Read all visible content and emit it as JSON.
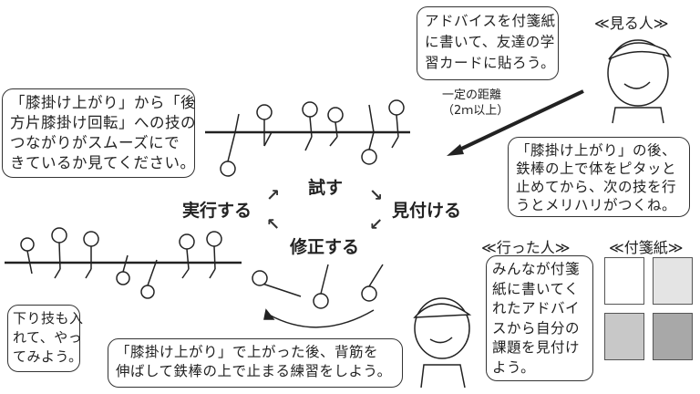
{
  "observer": {
    "title": "≪見る人≫",
    "bubble_lines": [
      "アドバイスを付箋紙",
      "に書いて、友達の学",
      "習カードに貼ろう。"
    ],
    "advice_lines": [
      "「膝掛け上がり」の後、",
      "鉄棒の上で体をピタッと",
      "止めてから、次の技を行",
      "うとメリハリがつくね。"
    ]
  },
  "distance": {
    "lines": [
      "一定の距離",
      "（2ｍ以上）"
    ]
  },
  "request_bubble": {
    "lines": [
      "「膝掛け上がり」から「後",
      "方片膝掛け回転」への技の",
      "つながりがスムーズにで",
      "きているか見てください。"
    ]
  },
  "cycle": {
    "try": "試す",
    "find": "見付ける",
    "fix": "修正する",
    "execute": "実行する"
  },
  "dismount_bubble": {
    "lines": [
      "下り技も入",
      "れて、やっ",
      "てみよう。"
    ]
  },
  "practice_bubble": {
    "lines": [
      "「膝掛け上がり」で上がった後、背筋を",
      "伸ばして鉄棒の上で止まる練習をしよう。"
    ]
  },
  "performer": {
    "title": "≪行った人≫",
    "bubble_lines": [
      "みんなが付箋",
      "紙に書いてく",
      "れたアドバイ",
      "スから自分の",
      "課題を見付け",
      "よう。"
    ]
  },
  "sticky_notes": {
    "title": "≪付箋紙≫",
    "colors": [
      "#ffffff",
      "#e4e4e4",
      "#c8c8c8",
      "#a8a8a8"
    ]
  }
}
